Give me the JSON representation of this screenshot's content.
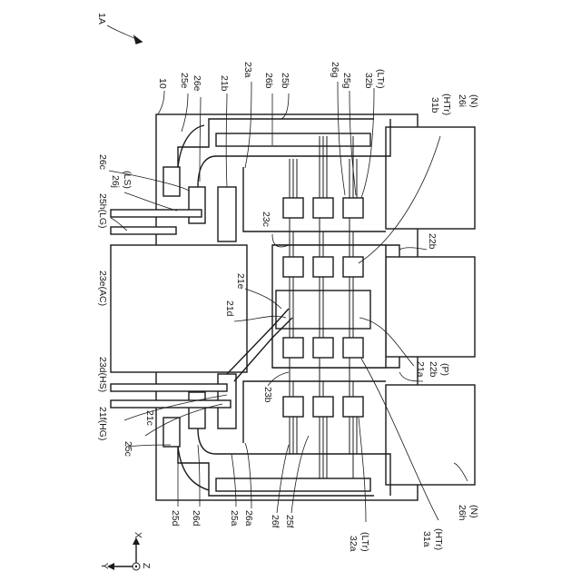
{
  "figure": {
    "ref_1A": "1A",
    "ref_10": "10",
    "ref_21a": "21a",
    "ref_21b": "21b",
    "ref_21c": "21c",
    "ref_21d": "21d",
    "ref_21e": "21e",
    "ref_21f": "21f(HG)",
    "ref_22b_top": "22b",
    "ref_22b_bottom": "22b",
    "ref_22b_p": "(P)",
    "ref_23a": "23a",
    "ref_23b": "23b",
    "ref_23c": "23c",
    "ref_23d": "23d(HS)",
    "ref_23e": "23e(AC)",
    "ref_25a": "25a",
    "ref_25b": "25b",
    "ref_25c": "25c",
    "ref_25d": "25d",
    "ref_25e": "25e",
    "ref_25f": "25f",
    "ref_25g": "25g",
    "ref_25h": "25h(LG)",
    "ref_26a": "26a",
    "ref_26b": "26b",
    "ref_26c": "26c",
    "ref_26d": "26d",
    "ref_26e": "26e",
    "ref_26f": "26f",
    "ref_26g": "26g",
    "ref_26h": "26h",
    "ref_26h_n": "(N)",
    "ref_26i": "26i",
    "ref_26i_n": "(N)",
    "ref_26j": "26j",
    "ref_26j_ls": "(LS)",
    "ref_31a": "31a",
    "ref_31a_htr": "(HTr)",
    "ref_31b": "31b",
    "ref_31b_htr": "(HTr)",
    "ref_32a": "32a",
    "ref_32a_ltr": "(LTr)",
    "ref_32b": "32b",
    "ref_32b_ltr": "(LTr)",
    "axis_x": "X",
    "axis_y": "Y",
    "axis_z": "Z"
  }
}
